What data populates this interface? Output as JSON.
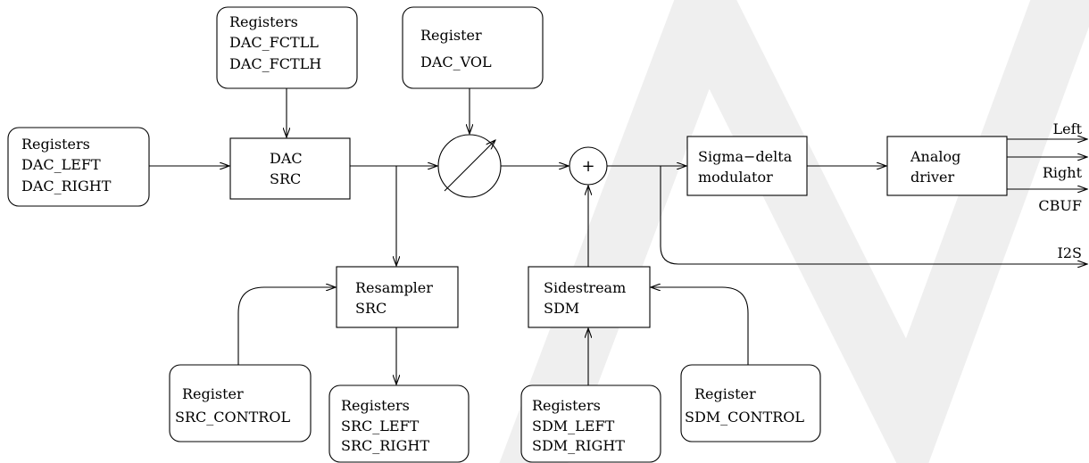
{
  "blocks": {
    "reg_dac_fctl": [
      "Registers",
      "DAC_FCTLL",
      "DAC_FCTLH"
    ],
    "reg_dac_vol": [
      "Register",
      "DAC_VOL"
    ],
    "reg_dac_lr": [
      "Registers",
      "DAC_LEFT",
      "DAC_RIGHT"
    ],
    "dac_src": [
      "DAC",
      "SRC"
    ],
    "sigma_delta": [
      "Sigma−delta",
      "modulator"
    ],
    "analog_driver": [
      "Analog",
      "driver"
    ],
    "resampler": [
      "Resampler",
      "SRC"
    ],
    "sidestream": [
      "Sidestream",
      "SDM"
    ],
    "reg_src_control": [
      "Register",
      "SRC_CONTROL"
    ],
    "reg_src_lr": [
      "Registers",
      "SRC_LEFT",
      "SRC_RIGHT"
    ],
    "reg_sdm_lr": [
      "Registers",
      "SDM_LEFT",
      "SDM_RIGHT"
    ],
    "reg_sdm_control": [
      "Register",
      "SDM_CONTROL"
    ]
  },
  "adder_symbol": "+",
  "outputs": {
    "left": "Left",
    "right": "Right",
    "cbuf": "CBUF",
    "i2s": "I2S"
  }
}
